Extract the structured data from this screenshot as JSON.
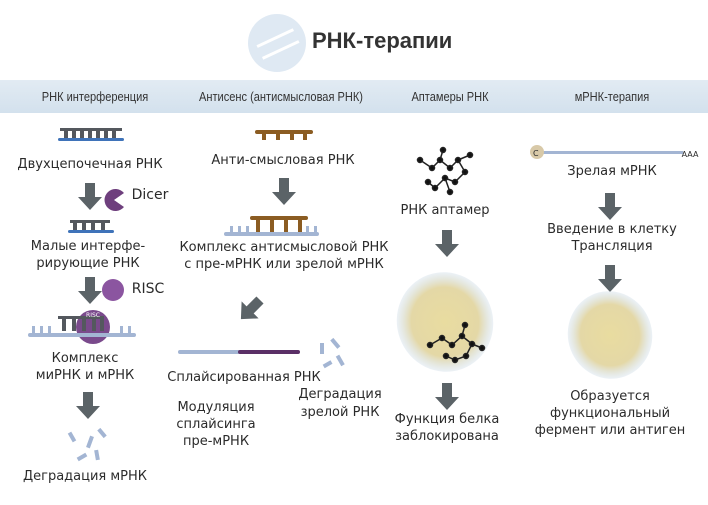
{
  "title": "РНК-терапии",
  "headers": [
    "РНК интерференция",
    "Антисенс (антисмысловая РНК)",
    "Аптамеры РНК",
    "мРНК-терапия"
  ],
  "rnai": {
    "dsrna": "Двухцепочечная РНК",
    "dicer": "Dicer",
    "sirna_1": "Малые интерфе-",
    "sirna_2": "рирующие РНК",
    "risc": "RISC",
    "risc_small": "RISC",
    "complex_1": "Комплекс",
    "complex_2": "миРНК и мРНК",
    "degradation": "Деградация мРНК"
  },
  "antisense": {
    "aso": "Анти-смысловая РНК",
    "complex_1": "Комплекс антисмысловой РНК",
    "complex_2": "с пре-мРНК или зрелой мРНК",
    "spliced": "Сплайсированная РНК",
    "modulation_1": "Модуляция",
    "modulation_2": "сплайсинга",
    "modulation_3": "пре-мРНК",
    "degradation_1": "Деградация",
    "degradation_2": "зрелой РНК"
  },
  "aptamer": {
    "label": "РНК аптамер",
    "result_1": "Функция белка",
    "result_2": "заблокирована"
  },
  "mrna": {
    "cap": "C",
    "tail": "AAA",
    "label": "Зрелая мРНК",
    "step_1": "Введение в клетку",
    "step_2": "Трансляция",
    "result_1": "Образуется",
    "result_2": "функциональный",
    "result_3": "фермент или антиген"
  },
  "colors": {
    "arrow": "#5b6367",
    "dark_strand": "#54585e",
    "blue": "#3f73b9",
    "light_blue": "#a3b5d3",
    "brown": "#8b5c22",
    "purple": "#6e3f7d",
    "header": "#d7e4ef"
  }
}
